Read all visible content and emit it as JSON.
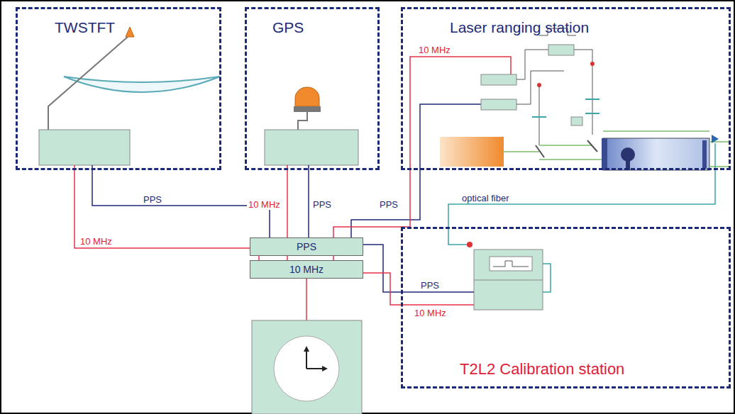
{
  "diagram": {
    "nodes": [
      {
        "text": [
          "TWSTFT"
        ]
      },
      {
        "text": [
          "GPS"
        ]
      },
      {
        "text": [
          "Laser ranging station"
        ]
      },
      {
        "text": [
          "PPS"
        ]
      },
      {
        "text": [
          "10 MHz"
        ]
      },
      {
        "text": [
          "T2L2 Calibration station"
        ]
      }
    ],
    "edges": [
      {
        "from": 0,
        "to": 3,
        "label": "PPS",
        "arrow": "none"
      },
      {
        "from": 1,
        "to": 3,
        "label": "PPS",
        "arrow": "none"
      },
      {
        "from": 2,
        "to": 3,
        "label": "PPS",
        "arrow": "none"
      },
      {
        "from": 3,
        "to": 5,
        "label": "PPS",
        "arrow": "none"
      },
      {
        "from": 4,
        "to": 0,
        "label": "10 MHz",
        "arrow": "none"
      },
      {
        "from": 4,
        "to": 1,
        "label": "10 MHz",
        "arrow": "none"
      },
      {
        "from": 4,
        "to": 2,
        "label": "10 MHz",
        "arrow": "none"
      },
      {
        "from": 4,
        "to": 5,
        "label": "10 MHz",
        "arrow": "none"
      },
      {
        "from": 2,
        "to": 5,
        "label": "optical fiber",
        "arrow": "none"
      }
    ]
  }
}
